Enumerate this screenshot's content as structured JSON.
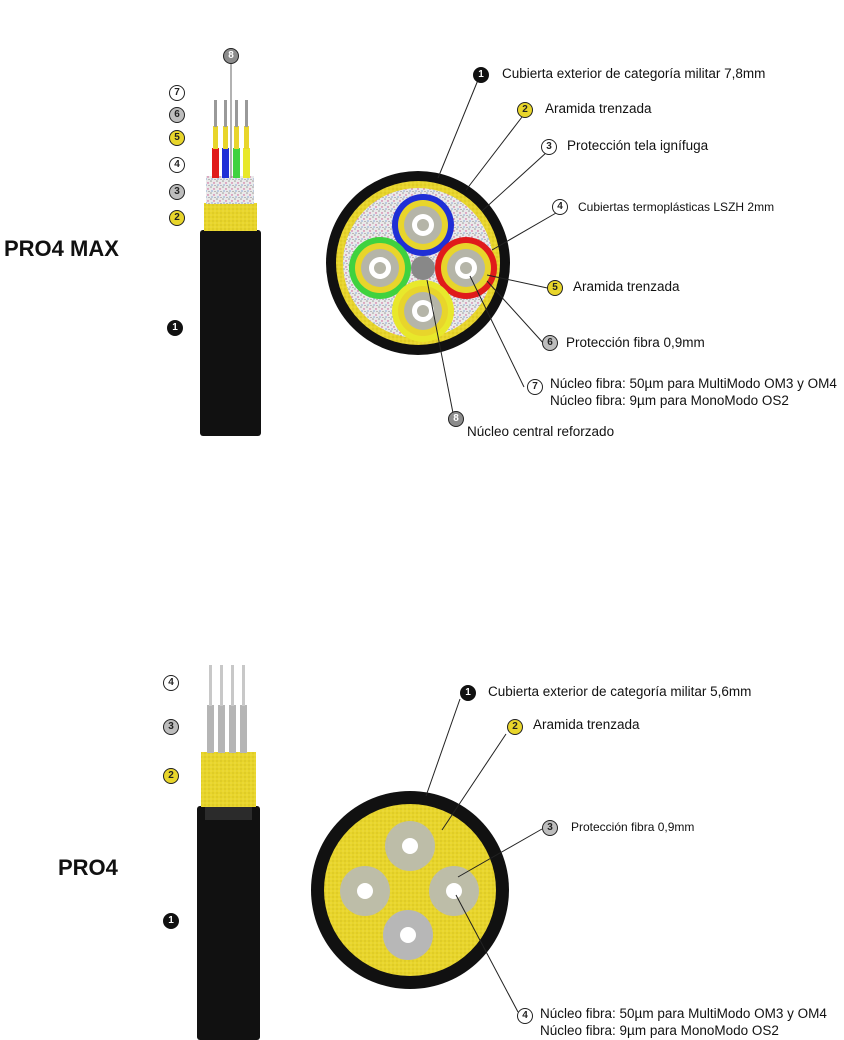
{
  "colors": {
    "jacket": "#111111",
    "aramid": "#e8d52b",
    "fiber_red": "#e01b1b",
    "fiber_blue": "#1f2fd6",
    "fiber_green": "#3fd23f",
    "fiber_yellow": "#e8e82b",
    "protection_gray": "#b5b5a8",
    "core_gray": "#888888"
  },
  "pro4max": {
    "title": "PRO4 MAX",
    "side_badges": [
      "8",
      "7",
      "6",
      "5",
      "4",
      "3",
      "2",
      "1"
    ],
    "labels": [
      {
        "num": "1",
        "text": "Cubierta exterior de categoría militar 7,8mm"
      },
      {
        "num": "2",
        "text": "Aramida trenzada"
      },
      {
        "num": "3",
        "text": "Protección tela ignífuga"
      },
      {
        "num": "4",
        "text": "Cubiertas termoplásticas LSZH 2mm"
      },
      {
        "num": "5",
        "text": "Aramida trenzada"
      },
      {
        "num": "6",
        "text": "Protección fibra 0,9mm"
      },
      {
        "num": "7",
        "line1": "Núcleo fibra: 50µm para MultiModo OM3 y OM4",
        "line2": "Núcleo fibra:   9µm para MonoModo OS2"
      },
      {
        "num": "8",
        "text": "Núcleo central reforzado"
      }
    ]
  },
  "pro4": {
    "title": "PRO4",
    "side_badges": [
      "4",
      "3",
      "2",
      "1"
    ],
    "labels": [
      {
        "num": "1",
        "text": "Cubierta exterior de categoría militar 5,6mm"
      },
      {
        "num": "2",
        "text": "Aramida trenzada"
      },
      {
        "num": "3",
        "text": "Protección fibra 0,9mm"
      },
      {
        "num": "4",
        "line1": "Núcleo fibra: 50µm para MultiModo OM3 y OM4",
        "line2": "Núcleo fibra:   9µm para MonoModo OS2"
      }
    ]
  }
}
